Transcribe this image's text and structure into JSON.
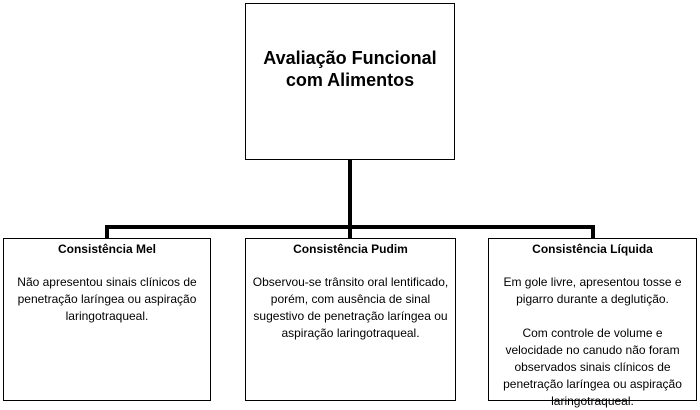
{
  "root": {
    "title": "Avaliação Funcional\ncom Alimentos"
  },
  "children": [
    {
      "title": "Consistência Mel",
      "paragraphs": [
        "Não apresentou sinais clínicos de penetração laríngea ou aspiração laringotraqueal."
      ]
    },
    {
      "title": "Consistência Pudim",
      "paragraphs": [
        "Observou-se trânsito oral lentificado, porém, com ausência de sinal sugestivo de penetração laríngea ou aspiração laringotraqueal."
      ]
    },
    {
      "title": "Consistência Líquida",
      "paragraphs": [
        "Em gole livre, apresentou tosse e pigarro durante a deglutição.",
        "Com controle de volume e velocidade no canudo não foram observados sinais clínicos de penetração laríngea ou aspiração laringotraqueal."
      ]
    }
  ]
}
